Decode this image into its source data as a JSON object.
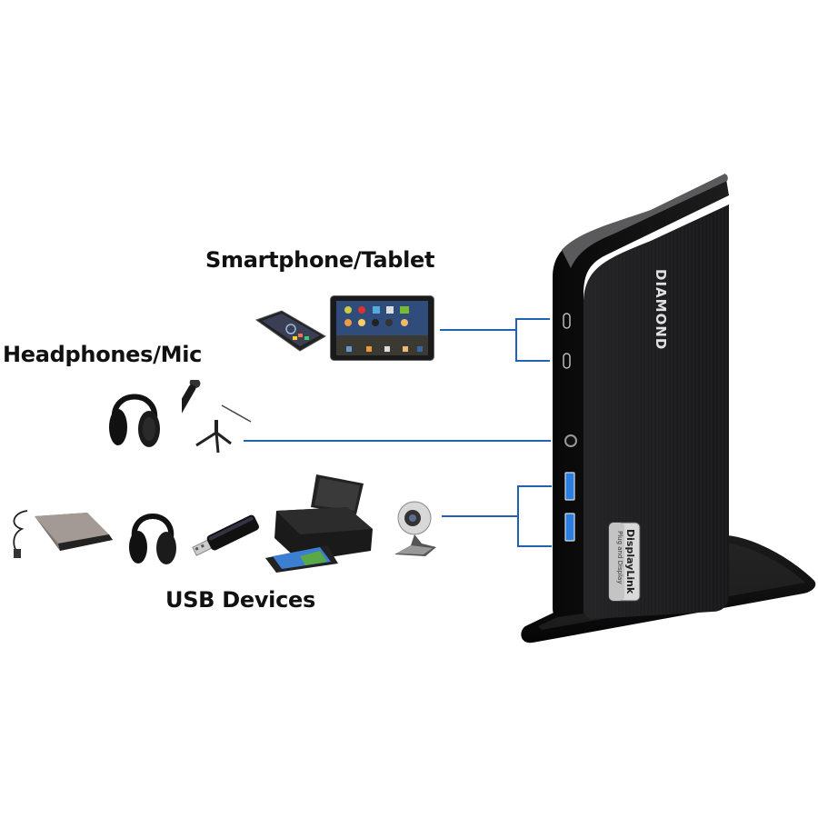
{
  "groups": {
    "smartphone_tablet": {
      "label": "Smartphone/Tablet",
      "devices": [
        "smartphone",
        "tablet"
      ]
    },
    "headphones_mic": {
      "label": "Headphones/Mic",
      "devices": [
        "headphones",
        "microphone"
      ]
    },
    "usb_devices": {
      "label": "USB Devices",
      "devices": [
        "external-drive",
        "headphones",
        "usb-flash-drive",
        "printer",
        "webcam"
      ]
    }
  },
  "dock": {
    "brand": "DIAMOND",
    "badge_title": "DisplayLink",
    "badge_subtitle": "Plug and Display",
    "ports": [
      "usb-c",
      "usb-c",
      "audio-jack",
      "usb-3.0",
      "usb-3.0"
    ]
  },
  "colors": {
    "connector_line": "#1f63b5",
    "dock_body": "#1c1c1e",
    "usb_port_blue": "#2a7de1"
  }
}
